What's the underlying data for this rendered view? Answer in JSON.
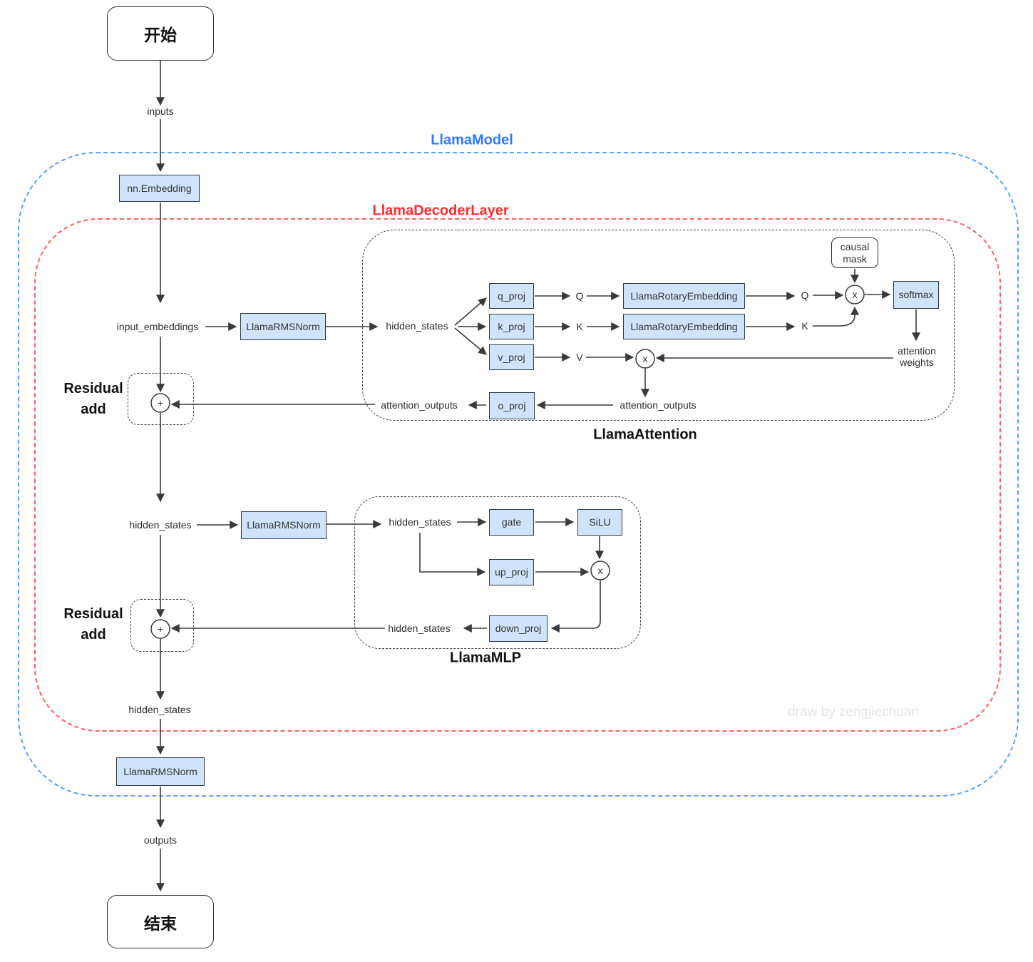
{
  "colors": {
    "block_fill": "#cfe4fa",
    "block_border": "#2f3b46",
    "model_border": "#5e9eff",
    "model_label": "#2e7bff",
    "decoder_border": "#ff6060",
    "decoder_label": "#ff2d2d",
    "inner_border": "#3f3f3f",
    "arrow": "#3a3a3a",
    "watermark": "#e3e3e3"
  },
  "terminals": {
    "start": "开始",
    "end": "结束"
  },
  "containers": {
    "model": {
      "label": "LlamaModel"
    },
    "decoder": {
      "label": "LlamaDecoderLayer"
    },
    "attention": {
      "label": "LlamaAttention"
    },
    "mlp": {
      "label": "LlamaMLP"
    }
  },
  "blocks": {
    "embedding": "nn.Embedding",
    "rmsnorm_attn": "LlamaRMSNorm",
    "q_proj": "q_proj",
    "k_proj": "k_proj",
    "v_proj": "v_proj",
    "rotary_q": "LlamaRotaryEmbedding",
    "rotary_k": "LlamaRotaryEmbedding",
    "causal_mask": "causal mask",
    "softmax": "softmax",
    "o_proj": "o_proj",
    "rmsnorm_mlp": "LlamaRMSNorm",
    "gate": "gate",
    "silu": "SiLU",
    "up_proj": "up_proj",
    "down_proj": "down_proj",
    "rmsnorm_final": "LlamaRMSNorm"
  },
  "flow_labels": {
    "inputs": "inputs",
    "input_embeddings": "input_embeddings",
    "hidden_states_attn_in": "hidden_states",
    "q1": "Q",
    "k1": "K",
    "v1": "V",
    "q2": "Q",
    "k2": "K",
    "attention_weights": "attention weights",
    "attention_outputs_inner": "attention_outputs",
    "attention_outputs_outer": "attention_outputs",
    "hidden_states_mid": "hidden_states",
    "hidden_states_mlp_in": "hidden_states",
    "hidden_states_mlp_out": "hidden_states",
    "hidden_states_out": "hidden_states",
    "outputs": "outputs"
  },
  "operators": {
    "residual_add_1": "Residual add",
    "residual_add_2": "Residual add",
    "plus": "+",
    "times": "x"
  },
  "watermark": "draw by zengjiechuan"
}
